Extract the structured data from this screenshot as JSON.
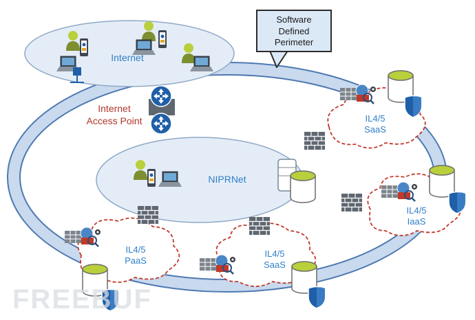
{
  "callout": {
    "text": "Software\nDefined\nPerimeter"
  },
  "networks": {
    "internet": "Internet",
    "niprnet": "NIPRNet"
  },
  "access_point": {
    "line1": "Internet",
    "line2": "Access Point"
  },
  "clouds": [
    {
      "line1": "IL4/5",
      "line2": "SaaS"
    },
    {
      "line1": "IL4/5",
      "line2": "IaaS"
    },
    {
      "line1": "IL4/5",
      "line2": "SaaS"
    },
    {
      "line1": "IL4/5",
      "line2": "PaaS"
    }
  ],
  "watermark": "FREEBUF",
  "colors": {
    "ring_fill": "#c9d9ee",
    "ring_stroke": "#4d79b1",
    "ellipse_fill": "#e4edf7",
    "cloud_stroke": "#c0392b",
    "label_blue": "#2f7fc7",
    "label_red": "#b0362b",
    "shield": "#1f5fa8",
    "db_top": "#b9cf3c",
    "firewall": "#5f6770"
  }
}
